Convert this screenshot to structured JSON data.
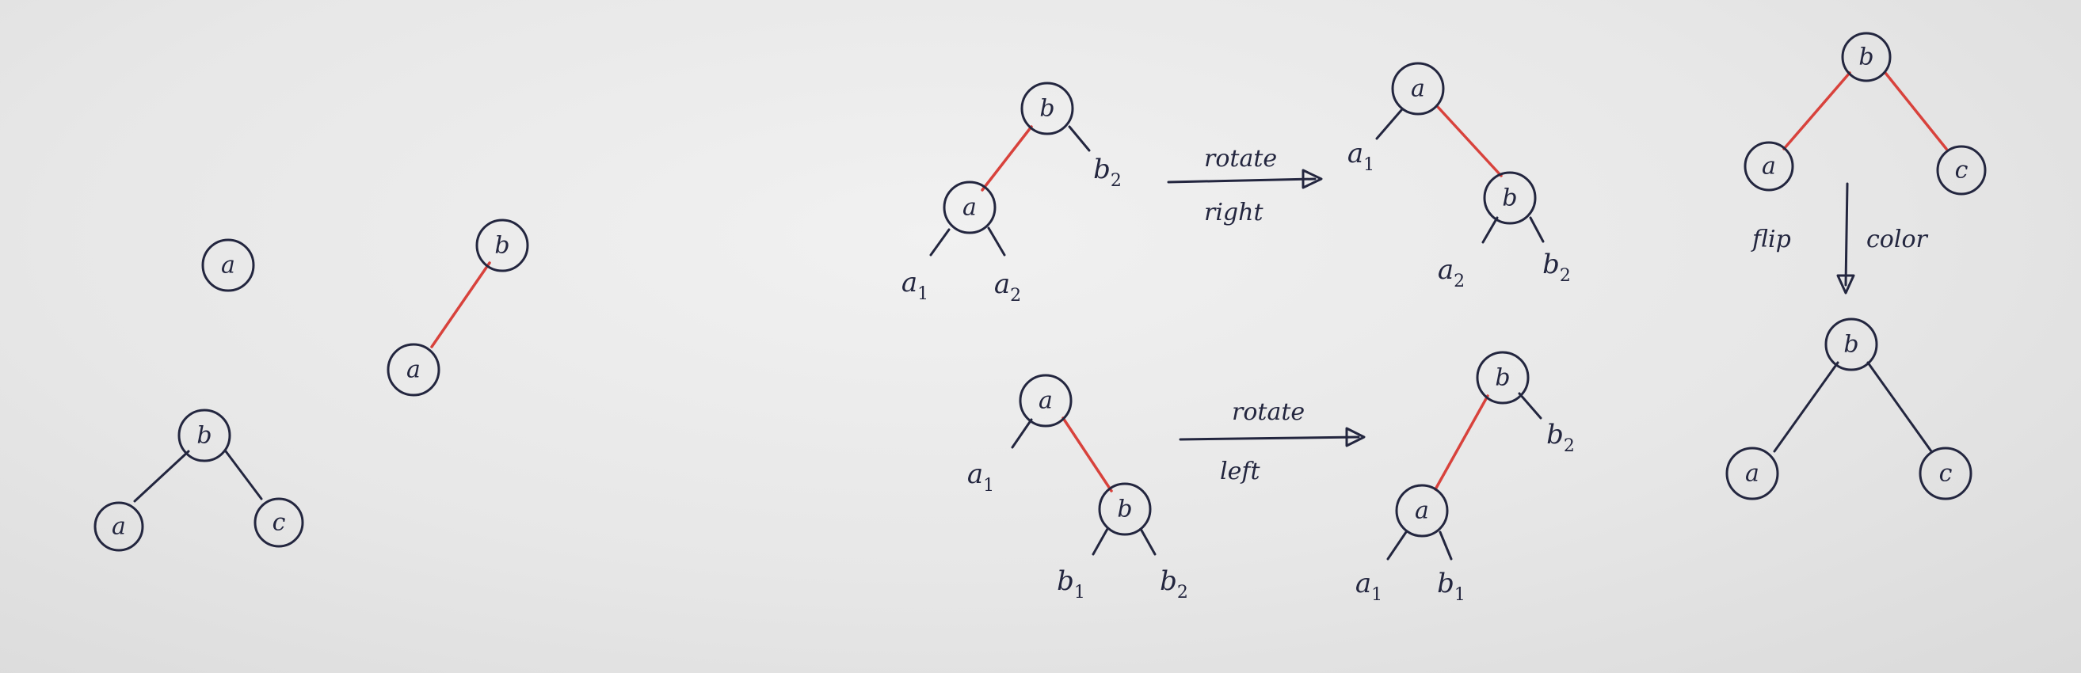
{
  "diagram": {
    "standalone_nodes": {
      "a": "a"
    },
    "two_node_tree": {
      "parent": "b",
      "child": "a"
    },
    "three_node_tree": {
      "root": "b",
      "left": "a",
      "right": "c"
    },
    "rotate_right": {
      "before": {
        "root": "b",
        "left": "a",
        "right_leaf": "b",
        "right_leaf_sub": "2",
        "ll": "a",
        "ll_sub": "1",
        "lr": "a",
        "lr_sub": "2"
      },
      "label_top": "rotate",
      "label_bottom": "right",
      "after": {
        "root": "a",
        "left_leaf": "a",
        "left_leaf_sub": "1",
        "right": "b",
        "rl": "a",
        "rl_sub": "2",
        "rr": "b",
        "rr_sub": "2"
      }
    },
    "rotate_left": {
      "before": {
        "root": "a",
        "left_leaf": "a",
        "left_leaf_sub": "1",
        "right": "b",
        "rl": "b",
        "rl_sub": "1",
        "rr": "b",
        "rr_sub": "2"
      },
      "label_top": "rotate",
      "label_bottom": "left",
      "after": {
        "root": "b",
        "left": "a",
        "right_leaf": "b",
        "right_leaf_sub": "2",
        "ll": "a",
        "ll_sub": "1",
        "lr": "b",
        "lr_sub": "1"
      }
    },
    "flip_color": {
      "label_left": "flip",
      "label_right": "color",
      "before": {
        "root": "b",
        "left": "a",
        "right": "c"
      },
      "after": {
        "root": "b",
        "left": "a",
        "right": "c"
      }
    },
    "colors": {
      "red_link": "#d8423c",
      "ink": "#23263f",
      "paper": "#ececec"
    }
  }
}
